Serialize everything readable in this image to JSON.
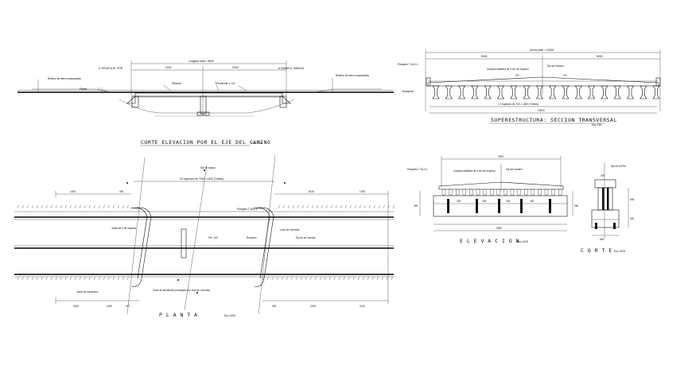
{
  "titles": {
    "corte_elevacion": "CORTE ELEVACION POR EL EJE DEL CAMINO",
    "corte_elevacion_scale": "Esc.1/200",
    "superestructura": "SUPERESTRUCTURA: SECCION TRANSVERSAL",
    "superestructura_scale": "Esc.1/50",
    "planta": "P L A N T A",
    "planta_scale": "Esc.1/200",
    "elevacion": "E L E V A C I O N",
    "elevacion_scale": "Esc.1/100",
    "corte": "C O R T E",
    "corte_scale": "Esc.1/100"
  },
  "elevation_labels": {
    "left_dest": "A TENOCAJE, POR",
    "right_dest": "A SABACA, SABACA",
    "longitud_total": "Longitud total = 6840",
    "d1": "3240",
    "d2": "3240",
    "rasante": "Rasante",
    "pendiente": "Pendiente 1~0.5",
    "left_note": "Relleno de tierra compactada",
    "right_note": "Relleno de tierra compactada",
    "piedra": "Piedra"
  },
  "section_labels": {
    "ancho_total": "Ancho total = 10000",
    "d_left": "5000",
    "d_right": "5000",
    "parapeto": "Parapeto T-34,0.1",
    "carpeta": "Carpeta asfaltica de 5 cm de espesor",
    "eje": "Eje del camino",
    "pend_left": "2%",
    "pend_right": "2%",
    "bottom_dim": "17 espacios de 700 = 1800 (Trabes)",
    "total_bottom": "10000",
    "left_side": "Banqueta"
  },
  "plan_labels": {
    "top_dim": "20 espacios de 7264 =1400 (Trabes)",
    "eje_apoyo": "Eje de apoyo",
    "left_d1": "1450",
    "left_d2": "400",
    "right_d1": "6120",
    "right_d2": "1780",
    "parapeto": "Parapeto T-34,0.1",
    "junta": "Junta de 5 de espesor",
    "losa": "Losa de concreto",
    "pte_cl": "Pte. 2x3",
    "eje_camino": "Eje de la Cambia",
    "escalera": "Escalera",
    "bottom_left": "2400",
    "bottom_mid": "1150",
    "bottom_mid2": "417",
    "bottom_right": "2150",
    "bottom_right2": "1120",
    "bottom_right3": "400",
    "note_left": "Junta de expansion",
    "note_mid": "Zona de alumbrado protegida con losa de concreto"
  },
  "elev_small_labels": {
    "top_dim": "2000",
    "parapeto": "Parapeto T-34,0.1",
    "carpeta": "Carpeta asfaltica de 5 cm de espesor",
    "eje": "Eje del camino",
    "d_a": "250",
    "d_b": "150",
    "d_c": "150",
    "d_d": "150",
    "d_e": "150",
    "bottom": "250",
    "total": "5000"
  },
  "corte_labels": {
    "eje": "Eje de la Pila",
    "top": "200",
    "d1": "500",
    "d2": "400",
    "bottom": "800"
  }
}
